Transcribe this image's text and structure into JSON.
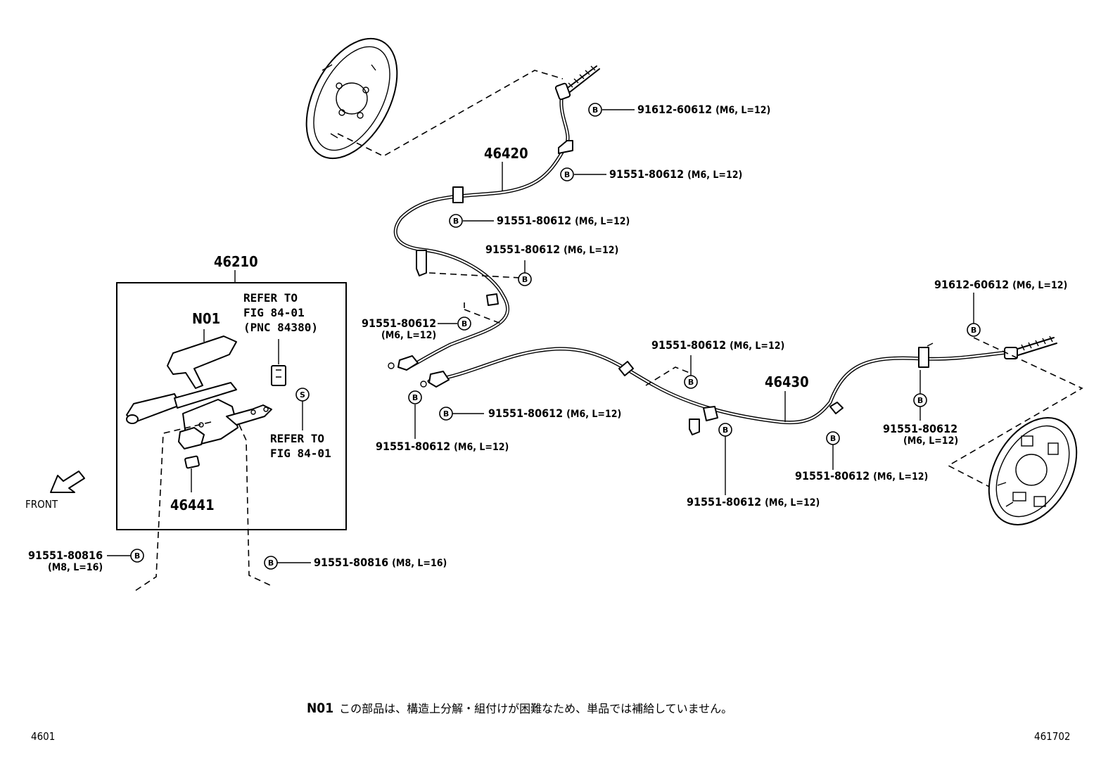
{
  "callouts": {
    "p46420": "46420",
    "p46430": "46430",
    "p46210": "46210",
    "p46441": "46441",
    "n01": "N01",
    "c1": {
      "part": "91612-60612",
      "spec": "(M6, L=12)"
    },
    "c2": {
      "part": "91551-80612",
      "spec": "(M6, L=12)"
    },
    "c3": {
      "part": "91551-80612",
      "spec": "(M6, L=12)"
    },
    "c4": {
      "part": "91551-80612",
      "spec": "(M6, L=12)"
    },
    "c5": {
      "part": "91551-80612",
      "spec": "(M6, L=12)"
    },
    "c6": {
      "part": "91612-60612",
      "spec": "(M6, L=12)"
    },
    "c7": {
      "part": "91551-80612",
      "spec": "(M6, L=12)"
    },
    "c8": {
      "part": "91551-80612",
      "spec": "(M6, L=12)"
    },
    "c9": {
      "part": "91551-80612",
      "spec": "(M6, L=12)"
    },
    "c10": {
      "part": "91551-80612",
      "spec": "(M6, L=12)"
    },
    "c11": {
      "part": "91551-80612",
      "spec": "(M6, L=12)"
    },
    "c12": {
      "part": "91551-80612",
      "spec": "(M6, L=12)"
    },
    "c13": {
      "part": "91551-80816",
      "spec": "(M8, L=16)"
    },
    "c14": {
      "part": "91551-80816",
      "spec": "(M8, L=16)"
    }
  },
  "refs": {
    "r1": [
      "REFER TO",
      "FIG 84-01",
      "(PNC 84380)"
    ],
    "r2": [
      "REFER TO",
      "FIG 84-01"
    ]
  },
  "badges": {
    "bolt": "B",
    "screw": "S"
  },
  "front_label": "FRONT",
  "footnote": {
    "code": "N01",
    "text": "この部品は、構造上分解・組付けが困難なため、単品では補給していません。"
  },
  "corner_left": "4601",
  "corner_right": "461702"
}
